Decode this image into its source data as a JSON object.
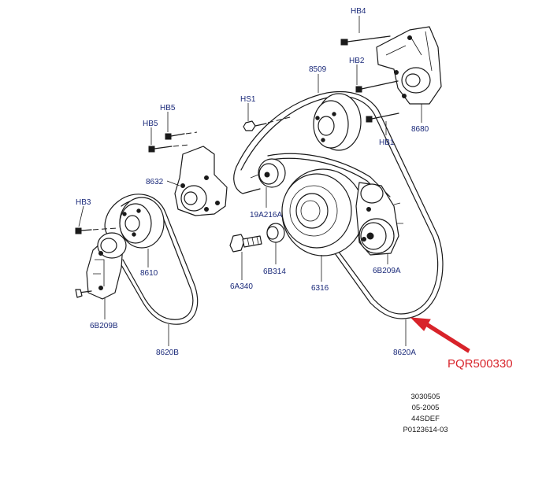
{
  "labels": {
    "hb4": "HB4",
    "hb2": "HB2",
    "hb1": "HB1",
    "hs1": "HS1",
    "hb5_top": "HB5",
    "hb5_mid": "HB5",
    "hb3": "HB3",
    "p8509": "8509",
    "p8680": "8680",
    "p8632": "8632",
    "p19a216a": "19A216A",
    "p6b314": "6B314",
    "p6a340": "6A340",
    "p6316": "6316",
    "p6b209a": "6B209A",
    "p8610": "8610",
    "p6b209b": "6B209B",
    "p8620b": "8620B",
    "p8620a": "8620A"
  },
  "callout": {
    "text": "PQR500330",
    "color": "#d8232a"
  },
  "footer": {
    "line1": "3030505",
    "line2": "05-2005",
    "line3": "44SDEF",
    "line4": "P0123614-03"
  },
  "colors": {
    "label": "#1b2a7a",
    "linework": "#1a1a1a",
    "background": "#ffffff"
  }
}
